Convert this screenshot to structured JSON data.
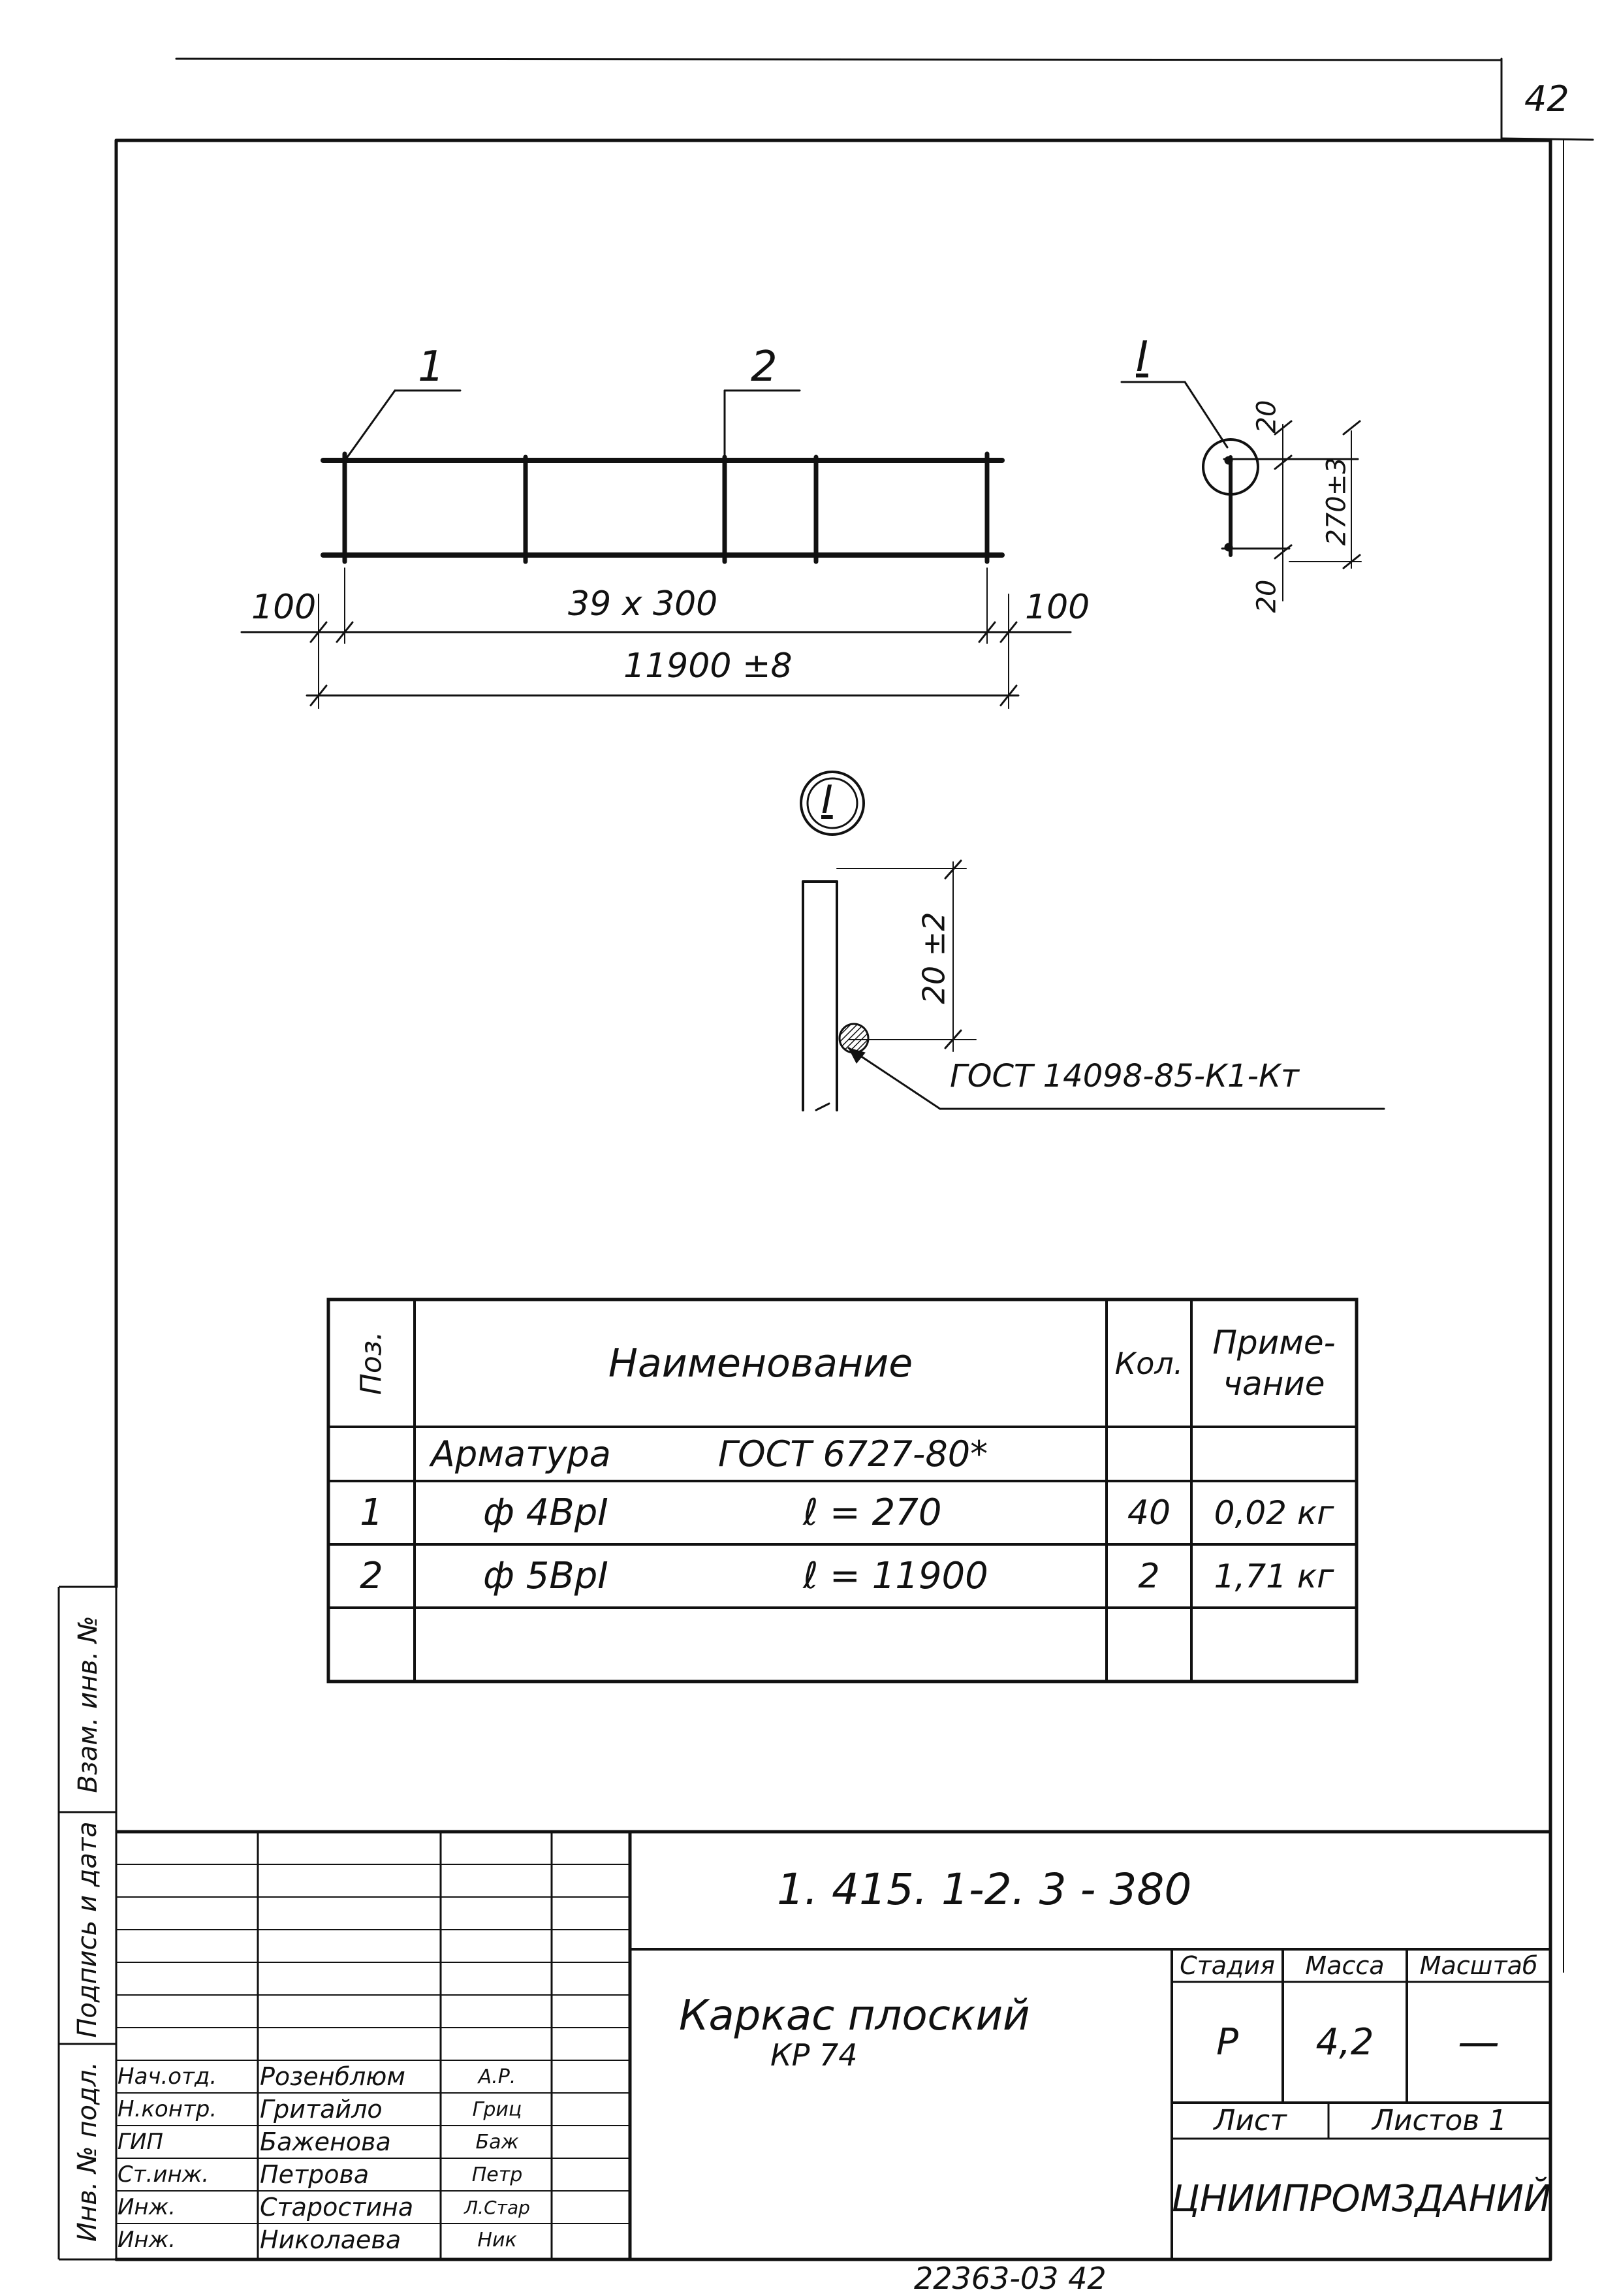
{
  "sheet_number": "42",
  "drawing": {
    "leader_1": "1",
    "leader_2": "2",
    "section_label": "I",
    "dim_left_end": "100",
    "dim_right_end": "100",
    "dim_spacing": "39 x 300",
    "dim_total": "11900 ±8",
    "section_dim_top": "20",
    "section_dim_height": "270±3",
    "section_dim_bottom": "20",
    "detail_label": "I",
    "detail_dim": "20 ±2",
    "weld_standard": "ГОСТ 14098-85-К1-Кт"
  },
  "spec_table": {
    "headers": {
      "pos": "Поз.",
      "name": "Наименование",
      "qty": "Кол.",
      "note": "Приме-\nчание"
    },
    "group_row": {
      "name": "Арматура",
      "standard": "ГОСТ 6727-80*"
    },
    "rows": [
      {
        "pos": "1",
        "name": "ф 4ВрI",
        "length": "ℓ = 270",
        "qty": "40",
        "note": "0,02 кг"
      },
      {
        "pos": "2",
        "name": "ф 5ВрI",
        "length": "ℓ = 11900",
        "qty": "2",
        "note": "1,71 кг"
      }
    ]
  },
  "side_stamp": {
    "inv_original": "Инв. № подл.",
    "signature_date": "Подпись и дата",
    "replaces_inv": "Взам. инв. №"
  },
  "title_block": {
    "document_code": "1. 415. 1-2. 3 - 380",
    "title_line1": "Каркас плоский",
    "title_line2": "КР 74",
    "stage_label": "Стадия",
    "mass_label": "Масса",
    "scale_label": "Масштаб",
    "stage_value": "Р",
    "mass_value": "4,2",
    "scale_value": "—",
    "sheet_label": "Лист",
    "sheets_label": "Листов 1",
    "organization": "ЦНИИПРОМЗДАНИЙ",
    "signatures": [
      {
        "role": "Нач.отд.",
        "name": "Розенблюм",
        "sign": "А.Р."
      },
      {
        "role": "Н.контр.",
        "name": "Гритайло",
        "sign": "Гриц"
      },
      {
        "role": "ГИП",
        "name": "Баженова",
        "sign": "Баж"
      },
      {
        "role": "Ст.инж.",
        "name": "Петрова",
        "sign": "Петр"
      },
      {
        "role": "Инж.",
        "name": "Старостина",
        "sign": "Л.Стар"
      },
      {
        "role": "Инж.",
        "name": "Николаева",
        "sign": "Ник"
      }
    ]
  },
  "footer_number": "22363-03 42"
}
